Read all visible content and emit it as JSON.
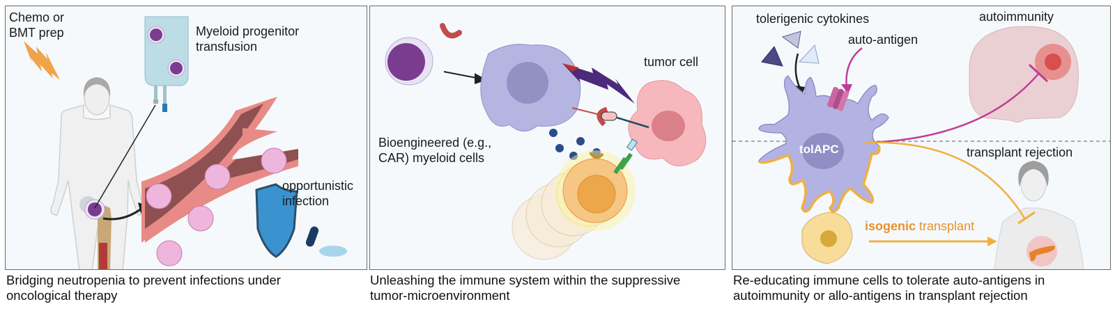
{
  "panels": [
    {
      "id": "neutropenia",
      "caption": "Bridging neutropenia to prevent infections under oncological therapy",
      "labels": {
        "chemo_line1": "Chemo or",
        "chemo_line2": "BMT prep",
        "transfusion_line1": "Myeloid progenitor",
        "transfusion_line2": "transfusion",
        "infection_line1": "opportunistic",
        "infection_line2": "infection"
      },
      "icons": [
        "lightning-bolt-icon",
        "human-figure-icon",
        "iv-bag-icon",
        "bone-marrow-icon",
        "blood-vessel-icon",
        "neutrophil-icon",
        "shield-icon",
        "bacteria-icon"
      ]
    },
    {
      "id": "tumor",
      "caption": "Unleashing the immune system within the suppressive tumor-microenvironment",
      "labels": {
        "bioengineered_line1": "Bioengineered (e.g.,",
        "bioengineered_line2": "CAR) myeloid cells",
        "tumor_cell": "tumor cell"
      },
      "icons": [
        "myeloid-cell-icon",
        "macrophage-icon",
        "lightning-bolt-icon",
        "tumor-cell-icon",
        "cytokine-icon",
        "t-cell-icon",
        "car-receptor-icon",
        "tcr-icon"
      ]
    },
    {
      "id": "tolerance",
      "caption": "Re-educating immune cells to tolerate auto-antigens in autoimmunity or allo-antigens in transplant rejection",
      "labels": {
        "cytokines": "tolerigenic cytokines",
        "auto_antigen": "auto-antigen",
        "autoimmunity": "autoimmunity",
        "tolapc": "tolAPC",
        "transplant_rejection": "transplant rejection",
        "isogenic_bold": "isogenic",
        "isogenic_rest": " transplant"
      },
      "icons": [
        "triangle-cytokine-icon",
        "mhc-receptor-icon",
        "dendritic-cell-icon",
        "brain-icon",
        "woman-figure-icon",
        "pancreas-icon",
        "islet-cell-icon"
      ]
    }
  ],
  "colors": {
    "panel_bg": "#f5f9fc",
    "border": "#6b6b6b",
    "magenta": "#c23b96",
    "orange": "#f0b040",
    "iso_text": "#e8922e",
    "apc": "#b3b3e3",
    "apc_nucleus": "#8f8fc6"
  }
}
